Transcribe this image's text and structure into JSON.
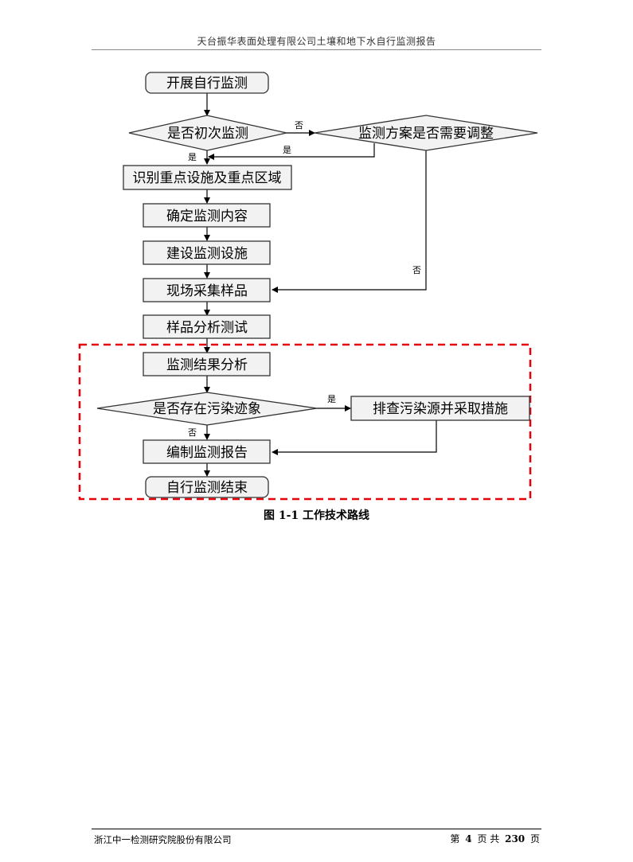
{
  "header": {
    "title": "天台振华表面处理有限公司土壤和地下水自行监测报告"
  },
  "flowchart": {
    "start": "开展自行监测",
    "first_time": "是否初次监测",
    "plan_adjust": "监测方案是否需要调整",
    "identify": "识别重点设施及重点区域",
    "determine": "确定监测内容",
    "build": "建设监测设施",
    "sampling": "现场采集样品",
    "testing": "样品分析测试",
    "result": "监测结果分析",
    "pollution": "是否存在污染迹象",
    "investigate": "排查污染源并采取措施",
    "report": "编制监测报告",
    "end": "自行监测结束",
    "yes": "是",
    "no": "否"
  },
  "caption": "图 1-1 工作技术路线",
  "footer": {
    "company": "浙江中一检测研究院股份有限公司",
    "page_prefix": "第",
    "page_number": "4",
    "page_mid": "页  共",
    "page_total": "230",
    "page_suffix": "页"
  },
  "colors": {
    "highlight_border": "#e8000b",
    "line": "#000000",
    "box_fill": "#f2f2f2"
  }
}
